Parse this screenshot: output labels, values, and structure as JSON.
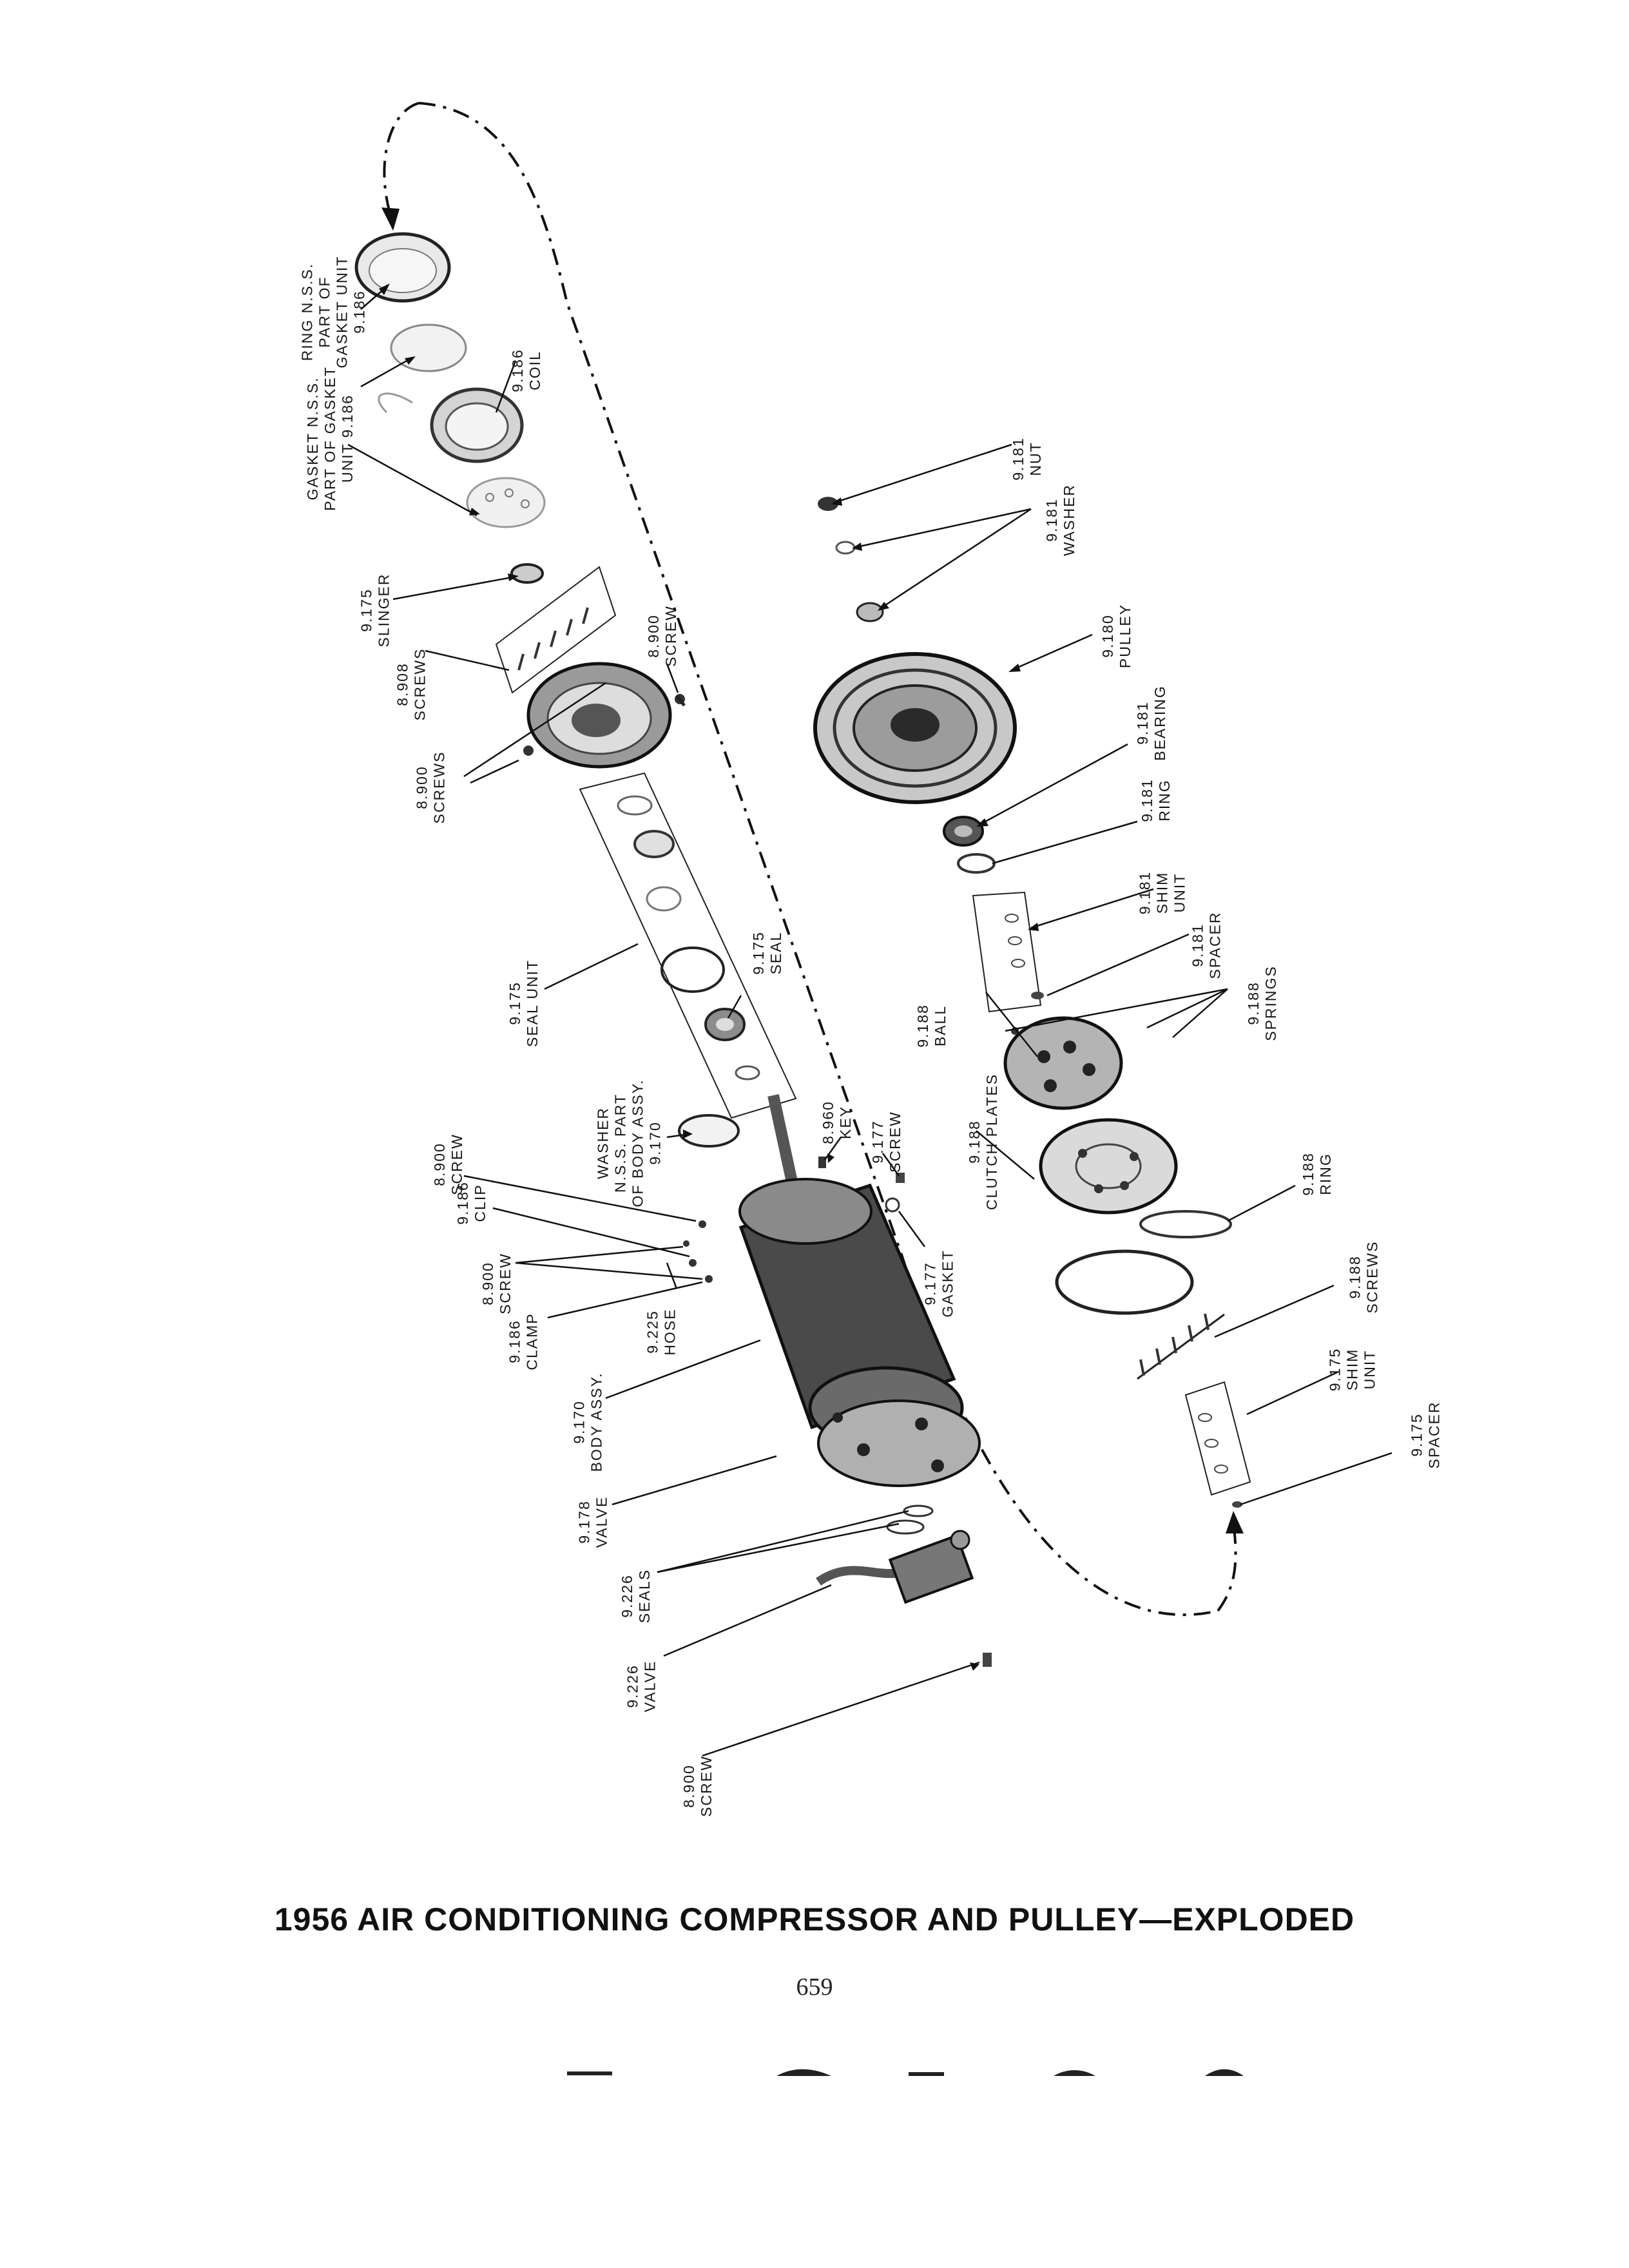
{
  "figure": {
    "title": "1956 AIR CONDITIONING COMPRESSOR AND PULLEY—EXPLODED",
    "page_number": "659"
  },
  "colors": {
    "ink": "#111111",
    "part_dark": "#3a3a3a",
    "part_mid": "#8a8a8a",
    "part_light": "#cfcfcf"
  },
  "callouts": [
    {
      "id": "ring-nss",
      "lines": [
        "RING N.S.S.",
        "PART OF",
        "GASKET UNIT",
        "9.186"
      ]
    },
    {
      "id": "coil",
      "lines": [
        "9.186",
        "COIL"
      ]
    },
    {
      "id": "gasket-nss",
      "lines": [
        "GASKET N.S.S.",
        "PART OF GASKET",
        "UNIT 9.186"
      ]
    },
    {
      "id": "slinger",
      "lines": [
        "9.175",
        "SLINGER"
      ]
    },
    {
      "id": "screws-8908",
      "lines": [
        "8.908",
        "SCREWS"
      ]
    },
    {
      "id": "screw-8900-top",
      "lines": [
        "8.900",
        "SCREW"
      ]
    },
    {
      "id": "screws-8900",
      "lines": [
        "8.900",
        "SCREWS"
      ]
    },
    {
      "id": "seal-unit",
      "lines": [
        "9.175",
        "SEAL UNIT"
      ]
    },
    {
      "id": "seal",
      "lines": [
        "9.175",
        "SEAL"
      ]
    },
    {
      "id": "washer-nss",
      "lines": [
        "WASHER",
        "N.S.S. PART",
        "OF BODY ASSY.",
        "9.170"
      ]
    },
    {
      "id": "key",
      "lines": [
        "8.960",
        "KEY"
      ]
    },
    {
      "id": "screw-9177",
      "lines": [
        "9.177",
        "SCREW"
      ]
    },
    {
      "id": "gasket-9177",
      "lines": [
        "9.177",
        "GASKET"
      ]
    },
    {
      "id": "screw-8900-a",
      "lines": [
        "8.900",
        "SCREW"
      ]
    },
    {
      "id": "clip",
      "lines": [
        "9.186",
        "CLIP"
      ]
    },
    {
      "id": "screw-8900-b",
      "lines": [
        "8.900",
        "SCREW"
      ]
    },
    {
      "id": "clamp",
      "lines": [
        "9.186",
        "CLAMP"
      ]
    },
    {
      "id": "hose",
      "lines": [
        "9.225",
        "HOSE"
      ]
    },
    {
      "id": "body-assy",
      "lines": [
        "9.170",
        "BODY ASSY."
      ]
    },
    {
      "id": "valve-9178",
      "lines": [
        "9.178",
        "VALVE"
      ]
    },
    {
      "id": "seals-9226",
      "lines": [
        "9.226",
        "SEALS"
      ]
    },
    {
      "id": "valve-9226",
      "lines": [
        "9.226",
        "VALVE"
      ]
    },
    {
      "id": "screw-8900-bottom",
      "lines": [
        "8.900",
        "SCREW"
      ]
    },
    {
      "id": "nut",
      "lines": [
        "9.181",
        "NUT"
      ]
    },
    {
      "id": "washer-9181",
      "lines": [
        "9.181",
        "WASHER"
      ]
    },
    {
      "id": "pulley",
      "lines": [
        "9.180",
        "PULLEY"
      ]
    },
    {
      "id": "bearing",
      "lines": [
        "9.181",
        "BEARING"
      ]
    },
    {
      "id": "ring-9181",
      "lines": [
        "9.181",
        "RING"
      ]
    },
    {
      "id": "shim-9181",
      "lines": [
        "9.181",
        "SHIM",
        "UNIT"
      ]
    },
    {
      "id": "spacer-9181",
      "lines": [
        "9.181",
        "SPACER"
      ]
    },
    {
      "id": "ball",
      "lines": [
        "9.188",
        "BALL"
      ]
    },
    {
      "id": "springs",
      "lines": [
        "9.188",
        "SPRINGS"
      ]
    },
    {
      "id": "clutch-plates",
      "lines": [
        "9.188",
        "CLUTCH PLATES"
      ]
    },
    {
      "id": "ring-9188",
      "lines": [
        "9.188",
        "RING"
      ]
    },
    {
      "id": "screws-9188",
      "lines": [
        "9.188",
        "SCREWS"
      ]
    },
    {
      "id": "shim-9175",
      "lines": [
        "9.175",
        "SHIM",
        "UNIT"
      ]
    },
    {
      "id": "spacer-9175",
      "lines": [
        "9.175",
        "SPACER"
      ]
    }
  ]
}
